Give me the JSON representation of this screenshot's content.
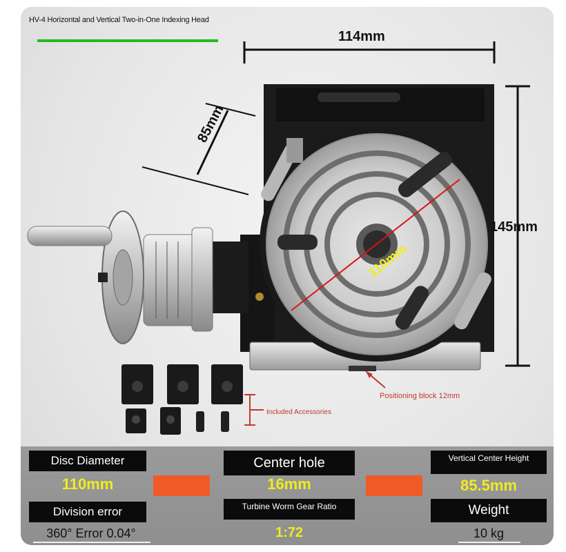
{
  "header": {
    "title": "HV-4 Horizontal and Vertical Two-in-One Indexing Head"
  },
  "dimensions": {
    "width": "114mm",
    "height": "145mm",
    "diagonal": "85mm",
    "disc": "110mm"
  },
  "annotations": {
    "positioning_block": "Positioning block 12mm",
    "included_accessories": "Included Accessories"
  },
  "specs": {
    "disc_diameter_label": "Disc Diameter",
    "disc_diameter_value": "110mm",
    "center_hole_label": "Center hole",
    "center_hole_value": "16mm",
    "vertical_center_height_label": "Vertical Center Height",
    "vertical_center_height_value": "85.5mm",
    "division_error_label": "Division error",
    "division_error_value": "360° Error 0.04°",
    "worm_gear_ratio_label": "Turbine Worm Gear Ratio",
    "worm_gear_ratio_value": "1:72",
    "weight_label": "Weight",
    "weight_value": "10 kg"
  },
  "colors": {
    "accent_orange": "#f05a28",
    "value_yellow": "#f0ec1e",
    "title_green": "#22bb22",
    "annotation_red": "#c0392b"
  }
}
